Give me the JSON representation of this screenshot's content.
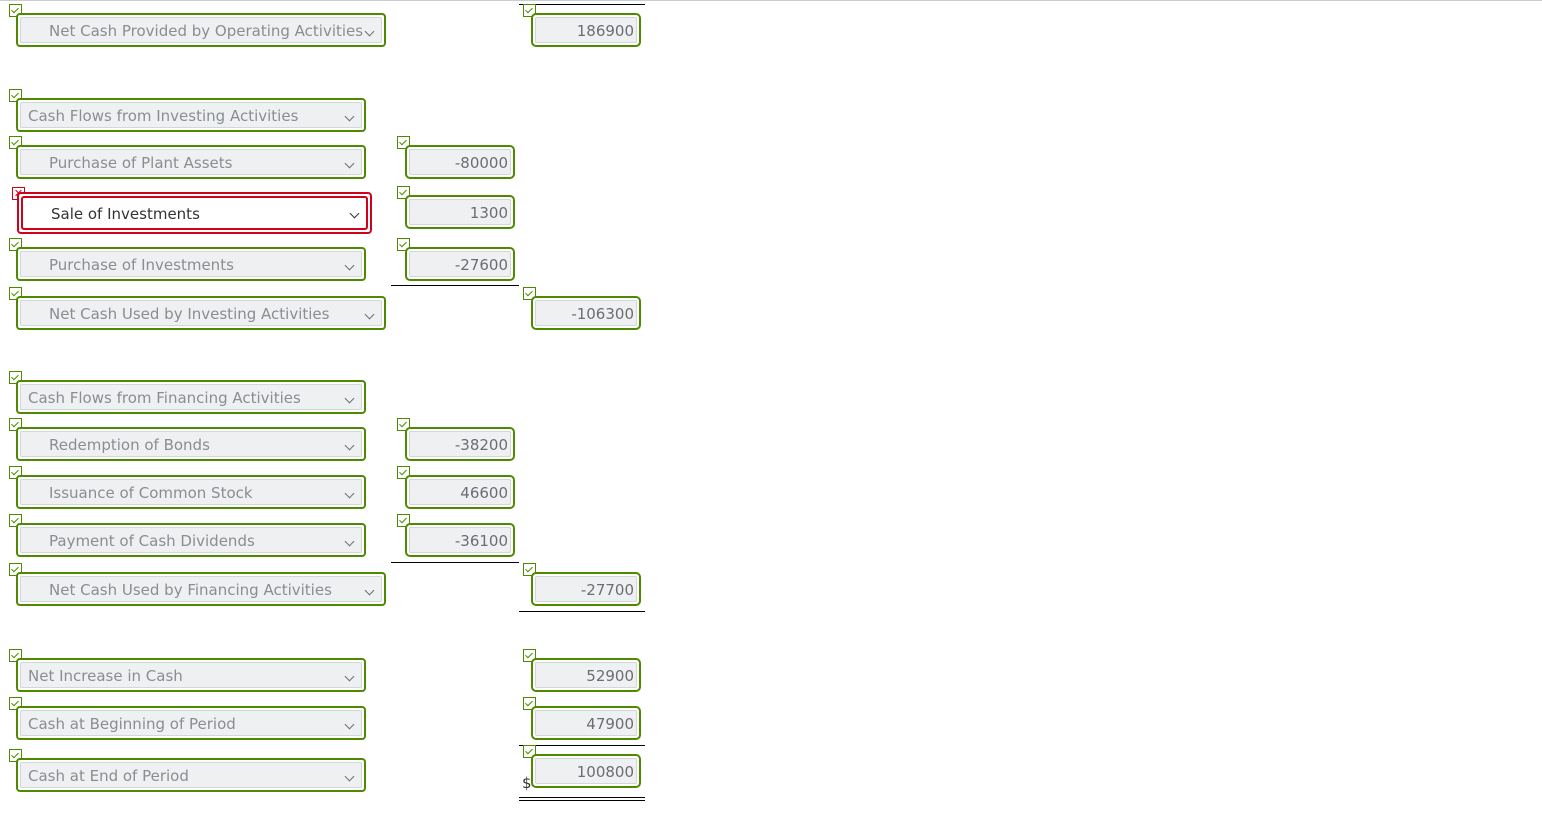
{
  "operating": {
    "net_label": "Net Cash Provided by Operating Activities",
    "net_value": "186900"
  },
  "investing": {
    "header": "Cash Flows from Investing Activities",
    "items": [
      {
        "label": "Purchase of Plant Assets",
        "value": "-80000",
        "status": "correct"
      },
      {
        "label": "Sale of Investments",
        "value": "1300",
        "status": "incorrect"
      },
      {
        "label": "Purchase of Investments",
        "value": "-27600",
        "status": "correct"
      }
    ],
    "net_label": "Net Cash Used by Investing Activities",
    "net_value": "-106300"
  },
  "financing": {
    "header": "Cash Flows from Financing Activities",
    "items": [
      {
        "label": "Redemption of Bonds",
        "value": "-38200"
      },
      {
        "label": "Issuance of Common Stock",
        "value": "46600"
      },
      {
        "label": "Payment of Cash Dividends",
        "value": "-36100"
      }
    ],
    "net_label": "Net Cash Used by Financing Activities",
    "net_value": "-27700"
  },
  "summary": {
    "increase_label": "Net Increase in Cash",
    "increase_value": "52900",
    "beginning_label": "Cash at Beginning of Period",
    "beginning_value": "47900",
    "end_label": "Cash at End of Period",
    "end_value": "100800",
    "currency": "$"
  },
  "colors": {
    "correct": "#4e8a00",
    "incorrect": "#d0021b"
  }
}
